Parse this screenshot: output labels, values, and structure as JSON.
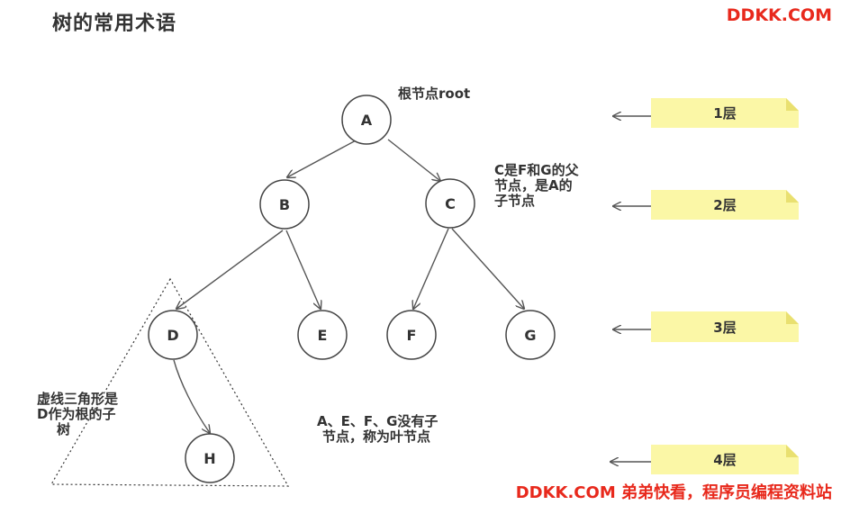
{
  "title": "树的常用术语",
  "brand": "DDKK.COM",
  "footer": "DDKK.COM 弟弟快看，程序员编程资料站",
  "colors": {
    "brand": "#e8291c",
    "sticky": "#fbf7a6",
    "sticky_fold": "#e9e070"
  },
  "nodes": [
    "A",
    "B",
    "C",
    "D",
    "E",
    "F",
    "G",
    "H"
  ],
  "notes": {
    "root": "根节点root",
    "parent": [
      "C是F和G的父",
      "节点，是A的",
      "子节点"
    ],
    "subtree": [
      "虚线三角形是",
      "D作为根的子",
      "树"
    ],
    "leaves": [
      "A、E、F、G没有子",
      "节点，称为叶节点"
    ]
  },
  "levels": [
    "1层",
    "2层",
    "3层",
    "4层"
  ]
}
